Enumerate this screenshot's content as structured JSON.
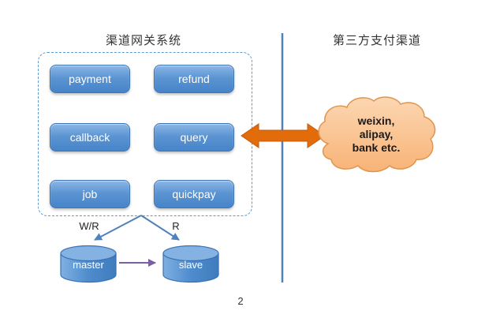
{
  "titles": {
    "left": "渠道网关系统",
    "right": "第三方支付渠道"
  },
  "modules": [
    {
      "label": "payment"
    },
    {
      "label": "refund"
    },
    {
      "label": "callback"
    },
    {
      "label": "query"
    },
    {
      "label": "job"
    },
    {
      "label": "quickpay"
    }
  ],
  "cloud": {
    "lines": [
      "weixin,",
      "alipay,",
      "bank etc."
    ]
  },
  "edges": {
    "master_edge_label": "W/R",
    "slave_edge_label": "R"
  },
  "databases": [
    {
      "label": "master"
    },
    {
      "label": "slave"
    }
  ],
  "page_number": "2",
  "colors": {
    "module_blue": "#4684c9",
    "divider_blue": "#4f81bd",
    "arrow_orange": "#e36c0a",
    "cloud_fill": "#fac090",
    "cloud_border": "#e0944e",
    "db_arrow_purple": "#7d5fa0",
    "dashed_border_blue": "#5b9bd5"
  }
}
